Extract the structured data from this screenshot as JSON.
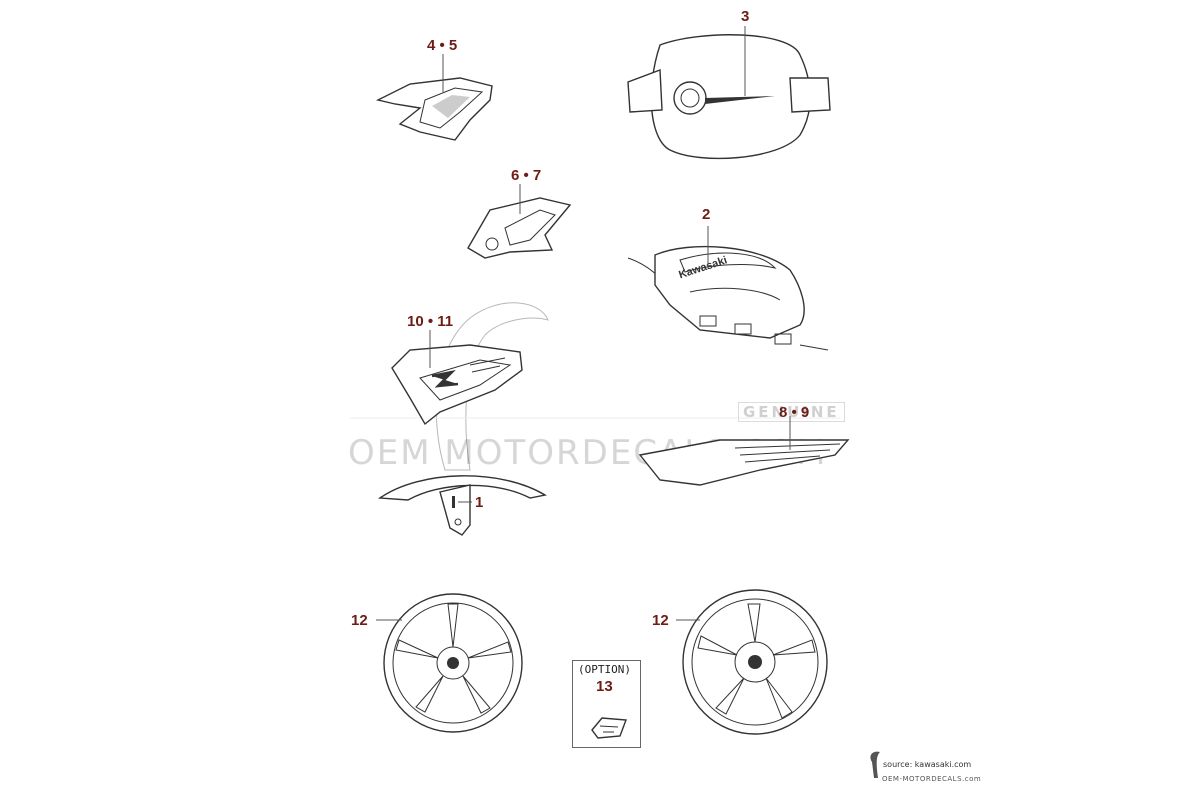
{
  "labels": {
    "l45": "4 • 5",
    "l3": "3",
    "l67": "6 • 7",
    "l2": "2",
    "l1011": "10 • 11",
    "l89": "8 • 9",
    "l1": "1",
    "l12a": "12",
    "l12b": "12",
    "l13": "13"
  },
  "option_text": "(OPTION)",
  "tank_logo_text": "Kawasaki",
  "watermark": {
    "text": "OEM MOTORDECALS.COM",
    "badge": "GENUINE"
  },
  "credit": {
    "source": "source: kawasaki.com",
    "site": "OEM-MOTORDECALS.com"
  },
  "colors": {
    "label": "#6e1c16",
    "line": "#333333",
    "watermark": "#d6d6d6"
  }
}
